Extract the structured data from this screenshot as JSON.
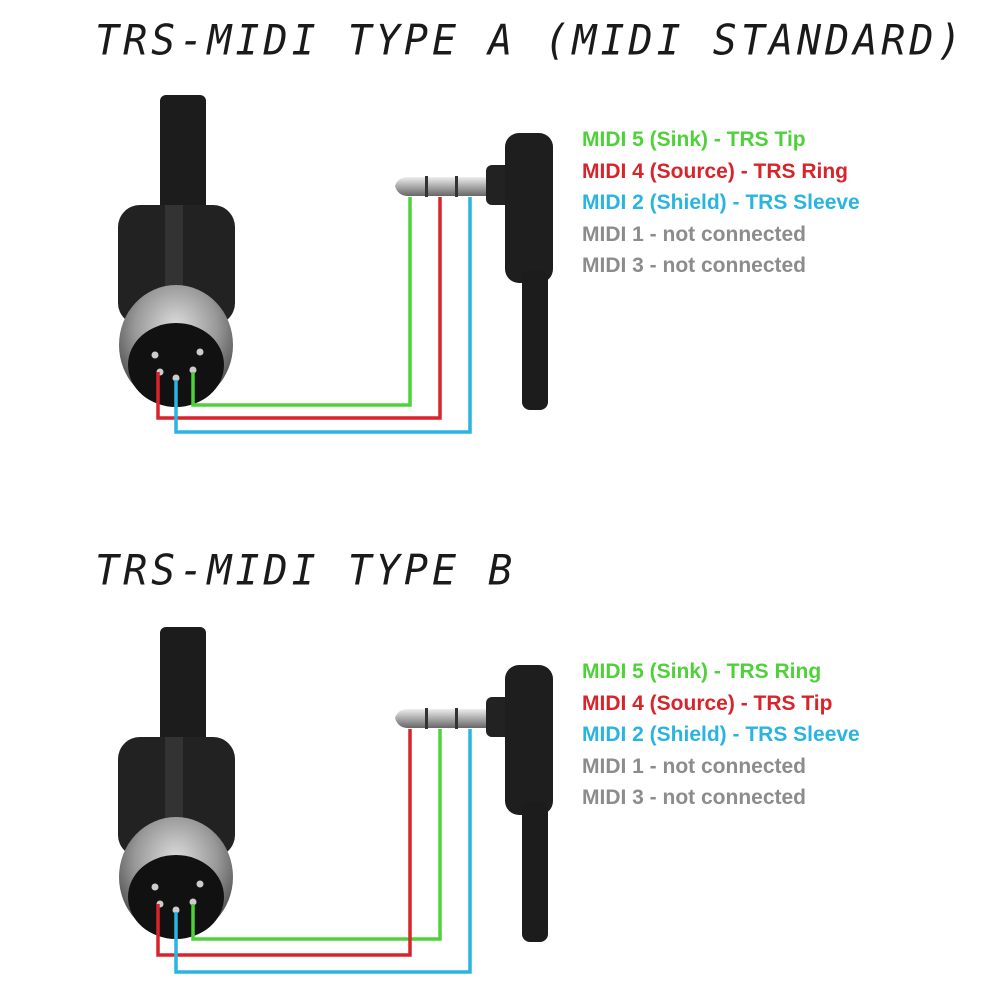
{
  "diagrams": [
    {
      "title": "TRS-MIDI TYPE A (MIDI STANDARD)",
      "legend": [
        {
          "text": "MIDI 5 (Sink) - TRS Tip",
          "color": "#4fd13a"
        },
        {
          "text": "MIDI 4 (Source) - TRS Ring",
          "color": "#d8242a"
        },
        {
          "text": "MIDI 2 (Shield) - TRS Sleeve",
          "color": "#2ab4e0"
        },
        {
          "text": "MIDI 1 - not connected",
          "color": "#8c8c8c"
        },
        {
          "text": "MIDI 3 - not connected",
          "color": "#8c8c8c"
        }
      ],
      "wiring": {
        "tip": "green",
        "ring": "red",
        "sleeve": "blue"
      }
    },
    {
      "title": "TRS-MIDI TYPE B",
      "legend": [
        {
          "text": "MIDI 5 (Sink) - TRS Ring",
          "color": "#4fd13a"
        },
        {
          "text": "MIDI 4 (Source) - TRS Tip",
          "color": "#d8242a"
        },
        {
          "text": "MIDI 2 (Shield) - TRS Sleeve",
          "color": "#2ab4e0"
        },
        {
          "text": "MIDI 1 - not connected",
          "color": "#8c8c8c"
        },
        {
          "text": "MIDI 3 - not connected",
          "color": "#8c8c8c"
        }
      ],
      "wiring": {
        "tip": "red",
        "ring": "green",
        "sleeve": "blue"
      }
    }
  ],
  "colors": {
    "green": "#4fd13a",
    "red": "#d8242a",
    "blue": "#2ab4e0",
    "cable": "#1c1c1c"
  }
}
